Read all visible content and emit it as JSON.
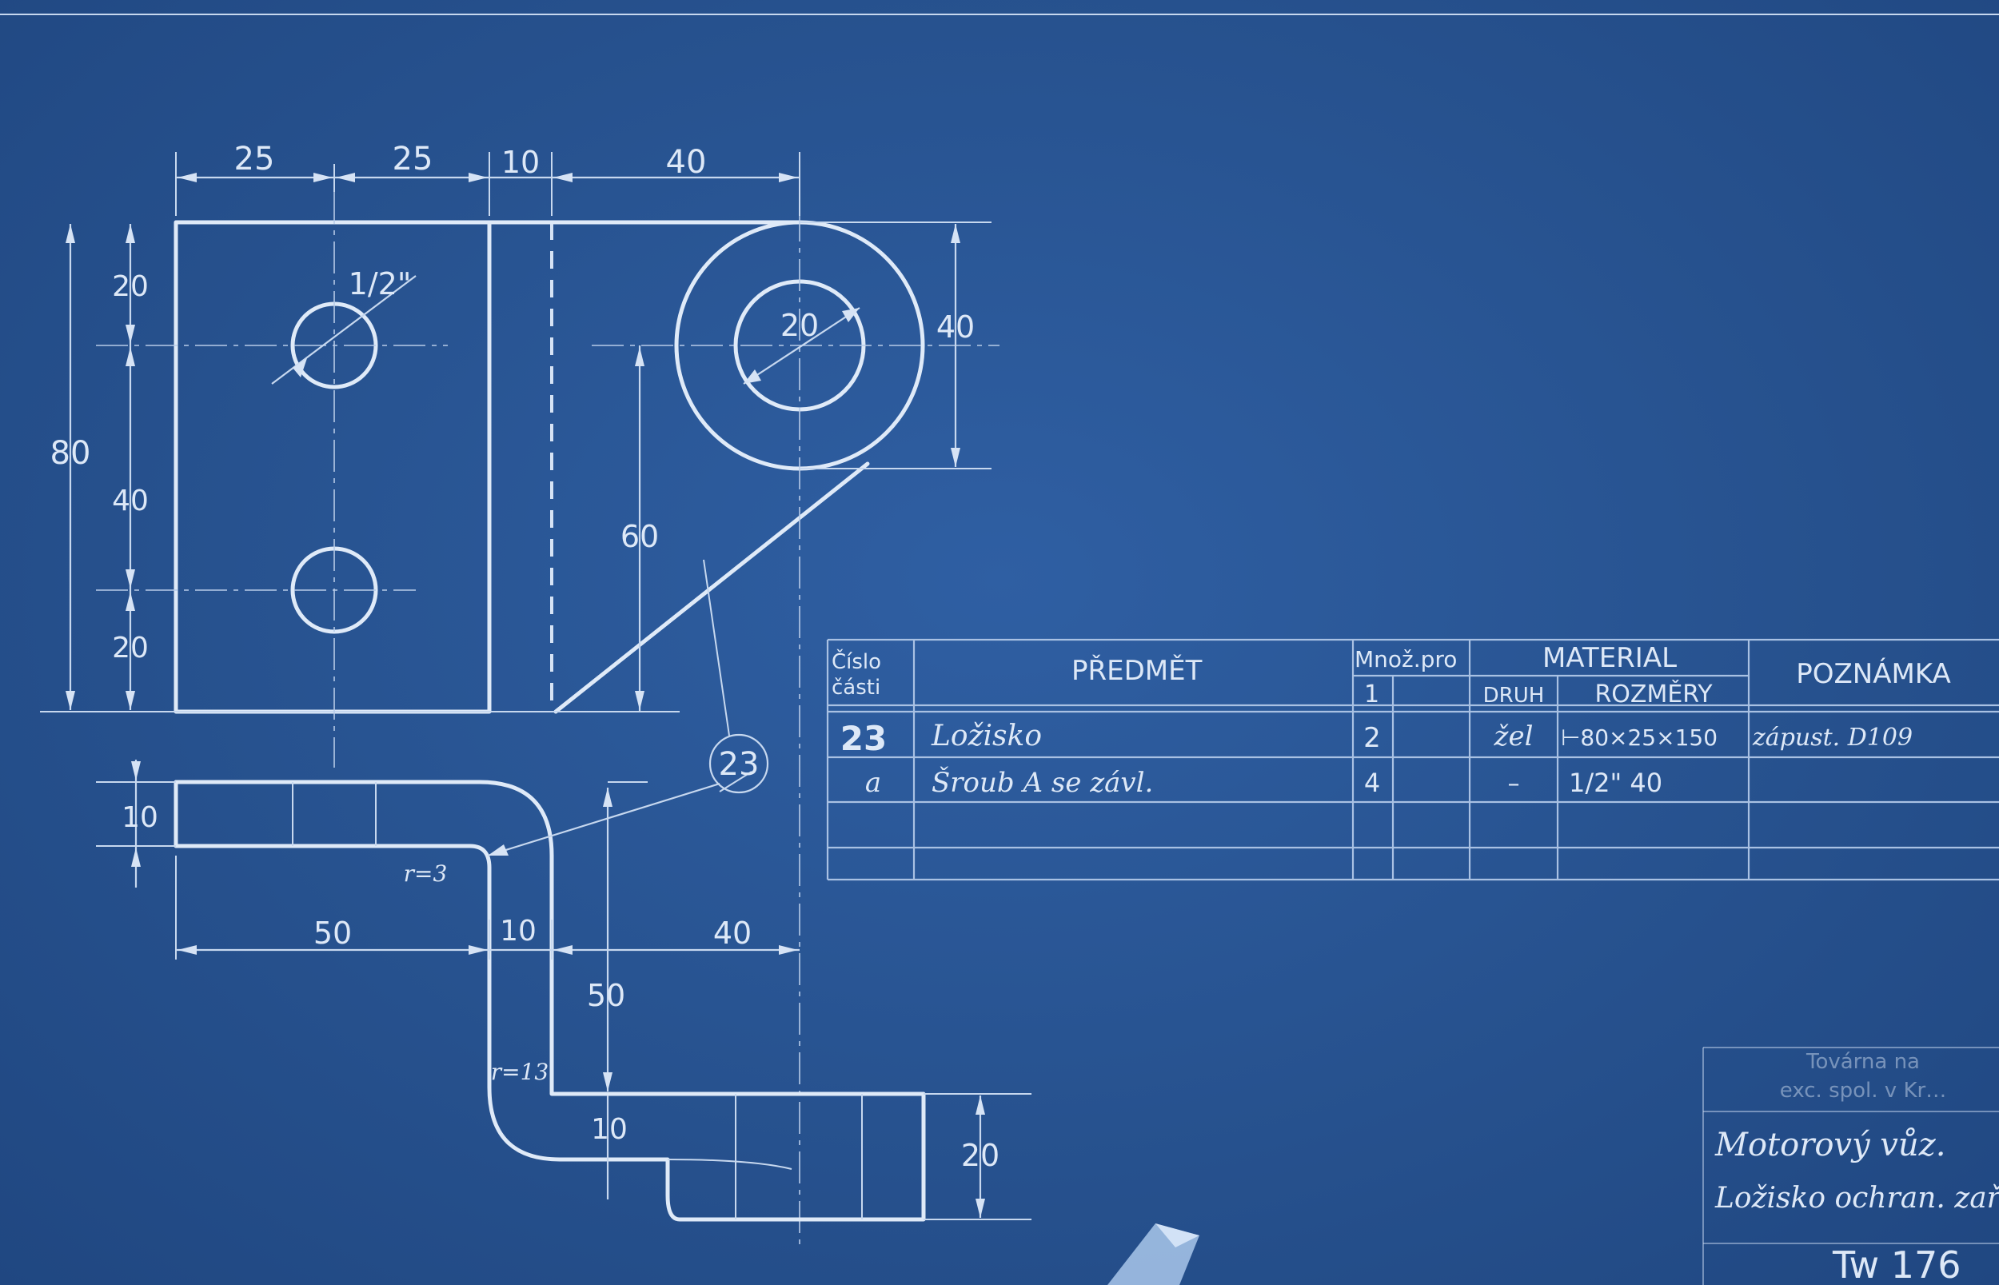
{
  "drawing": {
    "dims": {
      "top_25_a": "25",
      "top_25_b": "25",
      "top_10": "10",
      "top_40": "40",
      "left_80": "80",
      "left_20_top": "20",
      "left_40": "40",
      "left_20_bottom": "20",
      "hole_thread": "1/2\"",
      "boss_bore": "20",
      "boss_dia": "40",
      "height_60": "60",
      "side_10": "10",
      "side_r3": "r=3",
      "side_50": "50",
      "side_10b": "10",
      "side_40": "40",
      "side_50v": "50",
      "side_r13": "r=13",
      "side_10c": "10",
      "side_20": "20"
    },
    "part_callout": "23"
  },
  "parts_table": {
    "headers": {
      "cislo": "Číslo",
      "casti": "části",
      "predmet": "PŘEDMĚT",
      "mnoz_pro": "Množ.pro",
      "mnoz_count": "1",
      "material": "MATERIAL",
      "druh": "DRUH",
      "rozmery": "ROZMĚRY",
      "poznamka": "POZNÁMKA"
    },
    "rows": [
      {
        "cislo": "23",
        "predmet": "Ložisko",
        "mnoz": "2",
        "druh": "žel",
        "rozmery": "⊢80×25×150",
        "poznamka": "zápust. D109"
      },
      {
        "cislo": "a",
        "predmet": "Šroub A se závl.",
        "mnoz": "4",
        "druh": "–",
        "rozmery": "1/2\" 40",
        "poznamka": ""
      }
    ]
  },
  "title_block": {
    "stamp_line1": "Továrna na",
    "stamp_line2": "exc. spol. v Kr…",
    "title_line1": "Motorový vůz.",
    "title_line2": "Ložisko ochran. zař.",
    "drawing_number": "Tw 176"
  }
}
